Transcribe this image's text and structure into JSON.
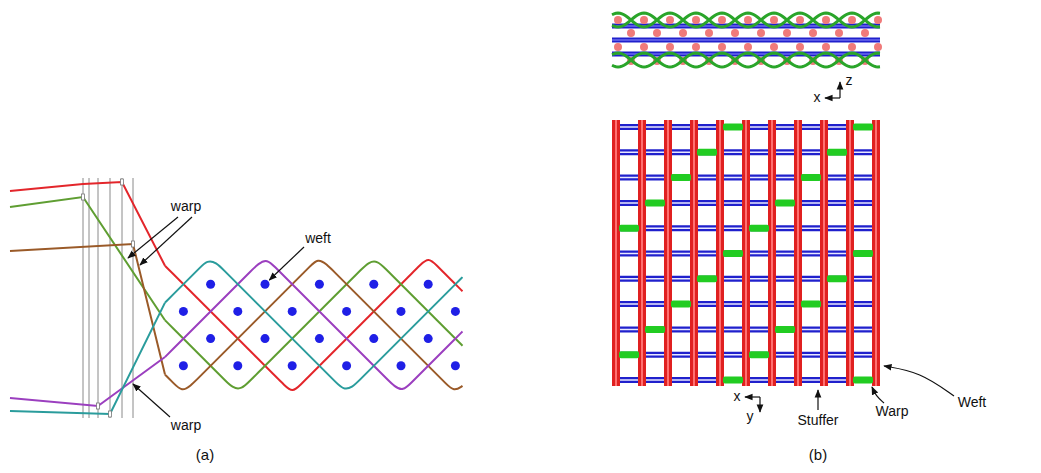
{
  "diagram": {
    "labels": [
      "warp",
      "weft",
      "warp",
      "(a)",
      "z",
      "x",
      "x",
      "y",
      "Stuffer",
      "Warp",
      "Weft",
      "(b)"
    ]
  }
}
